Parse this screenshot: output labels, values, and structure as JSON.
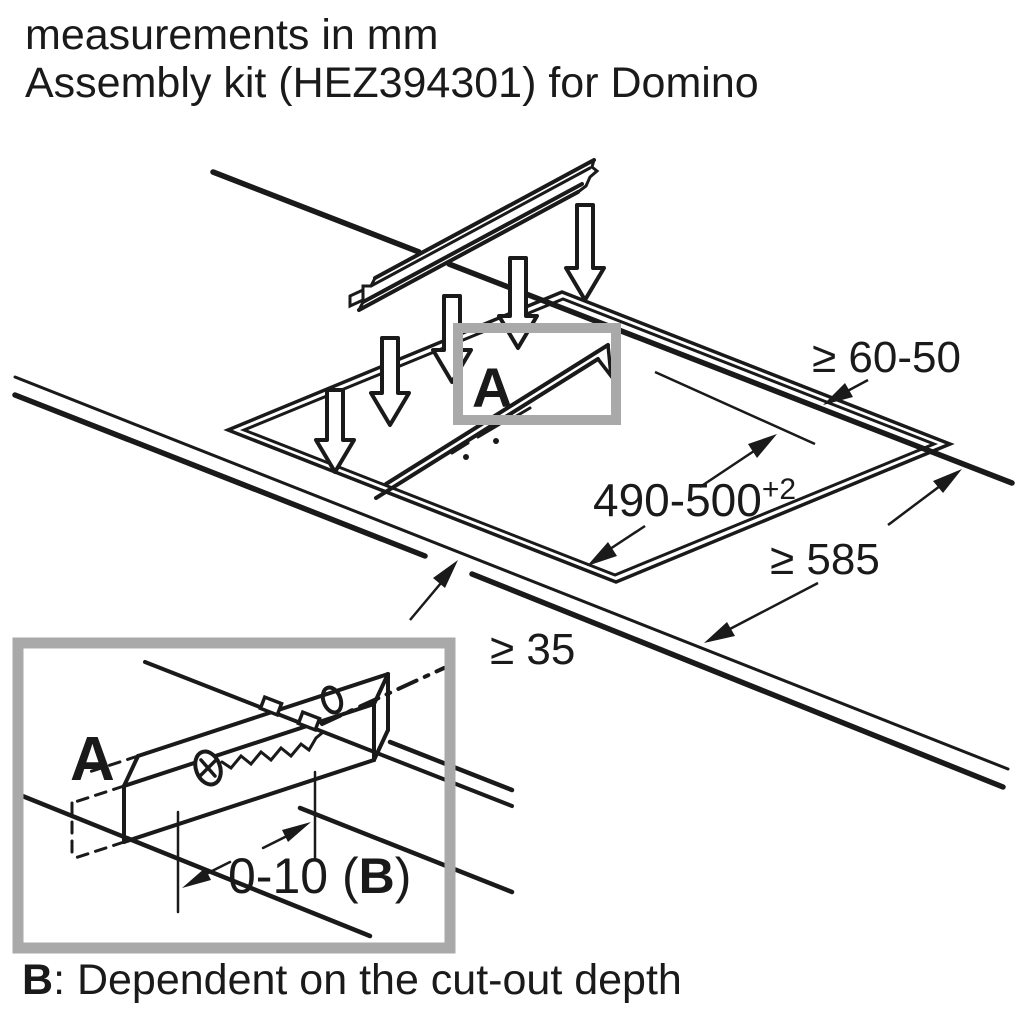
{
  "header": {
    "line1": "measurements in mm",
    "line2": "Assembly kit (HEZ394301) for Domino"
  },
  "diagram": {
    "callout_label": "A",
    "dimensions": {
      "back_clearance": "≥ 60-50",
      "cutout_depth_main": "490-500",
      "cutout_depth_sup": "+2",
      "counter_depth": "≥ 585",
      "front_clearance": "≥ 35"
    },
    "arrow_icon": "down-arrow",
    "colors": {
      "line": "#1a1a1a",
      "callout_border": "#a9a9a9",
      "background": "#ffffff"
    }
  },
  "detail": {
    "label": "A",
    "dimension": {
      "pre": "0-10 (",
      "b": "B",
      "post": ")"
    }
  },
  "footnote": {
    "bold": "B",
    "rest": ": Dependent on the cut-out depth"
  }
}
